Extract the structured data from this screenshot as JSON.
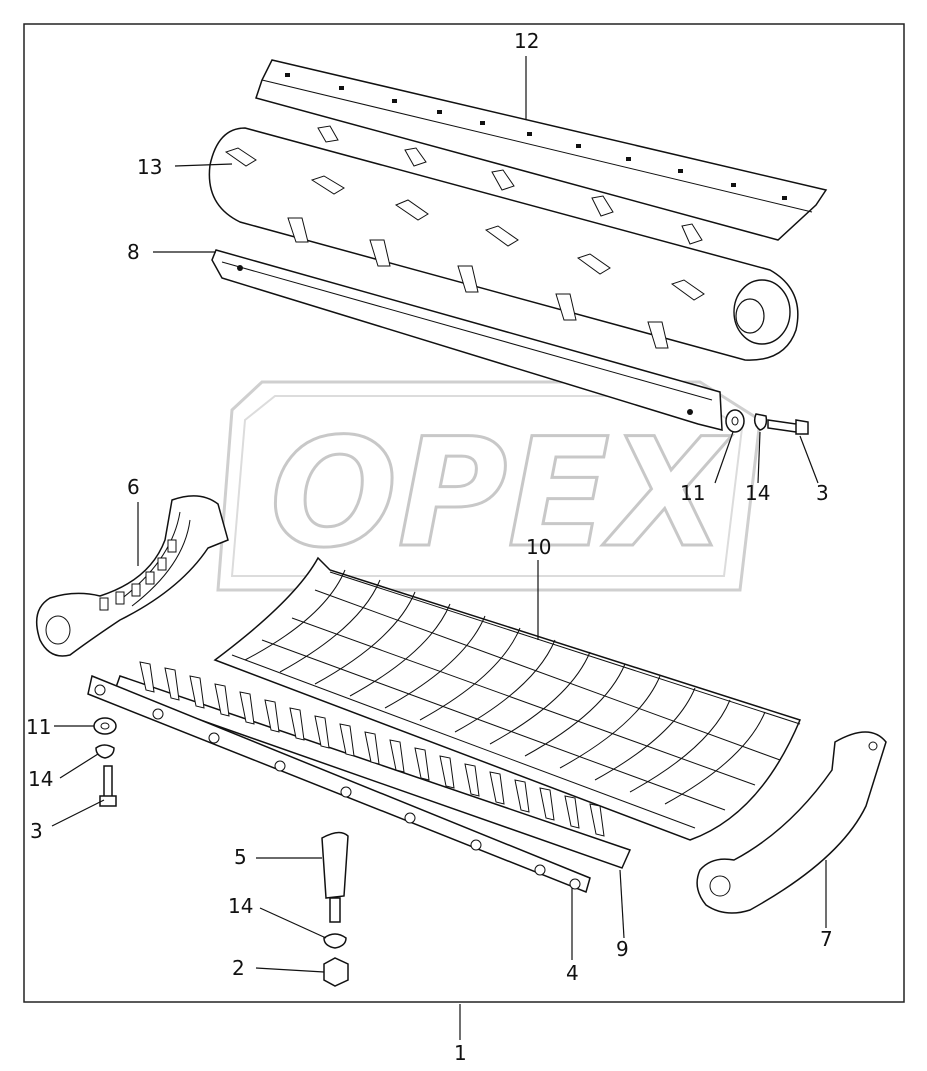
{
  "watermark": {
    "text": "OPEX"
  },
  "callouts": {
    "c1": "1",
    "c2": "2",
    "c3a": "3",
    "c3b": "3",
    "c4": "4",
    "c5": "5",
    "c6": "6",
    "c7": "7",
    "c8": "8",
    "c9": "9",
    "c10": "10",
    "c11a": "11",
    "c11b": "11",
    "c12": "12",
    "c13": "13",
    "c14a": "14",
    "c14b": "14",
    "c14c": "14"
  }
}
